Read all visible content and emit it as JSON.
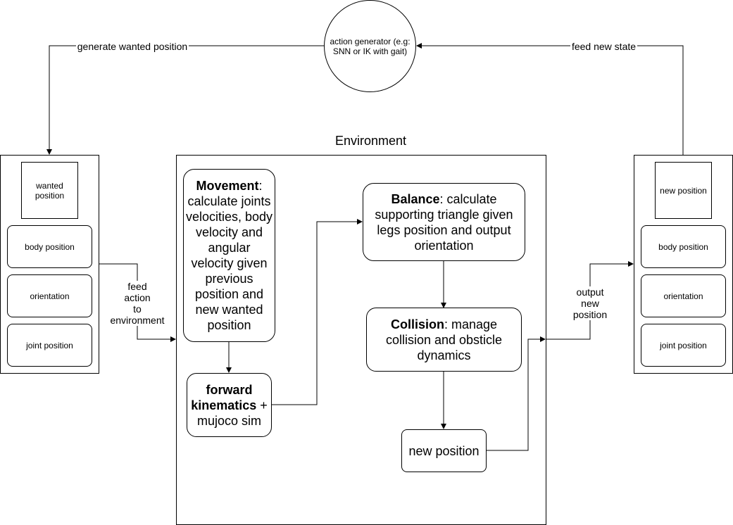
{
  "action_generator": {
    "label": "action generator (e.g: SNN or IK with gait)"
  },
  "edges": {
    "generate": "generate wanted position",
    "feed_state": "feed new state",
    "feed_action": [
      "feed",
      "action",
      "to",
      "environment"
    ],
    "output_position": [
      "output",
      "new",
      "position"
    ]
  },
  "left_panel": {
    "header": "wanted position",
    "items": [
      "body position",
      "orientation",
      "joint position"
    ]
  },
  "right_panel": {
    "header": "new position",
    "items": [
      "body position",
      "orientation",
      "joint position"
    ]
  },
  "environment": {
    "title": "Environment",
    "movement": {
      "bold": "Movement",
      "text": ": calculate joints velocities, body velocity and angular velocity given previous position and new wanted position"
    },
    "kinematics": {
      "bold": "forward kinematics",
      "text": " + mujoco sim"
    },
    "balance": {
      "bold": "Balance",
      "text": ": calculate supporting triangle given legs position and output orientation"
    },
    "collision": {
      "bold": "Collision",
      "text": ": manage collision and obsticle dynamics"
    },
    "new_position": "new position"
  }
}
